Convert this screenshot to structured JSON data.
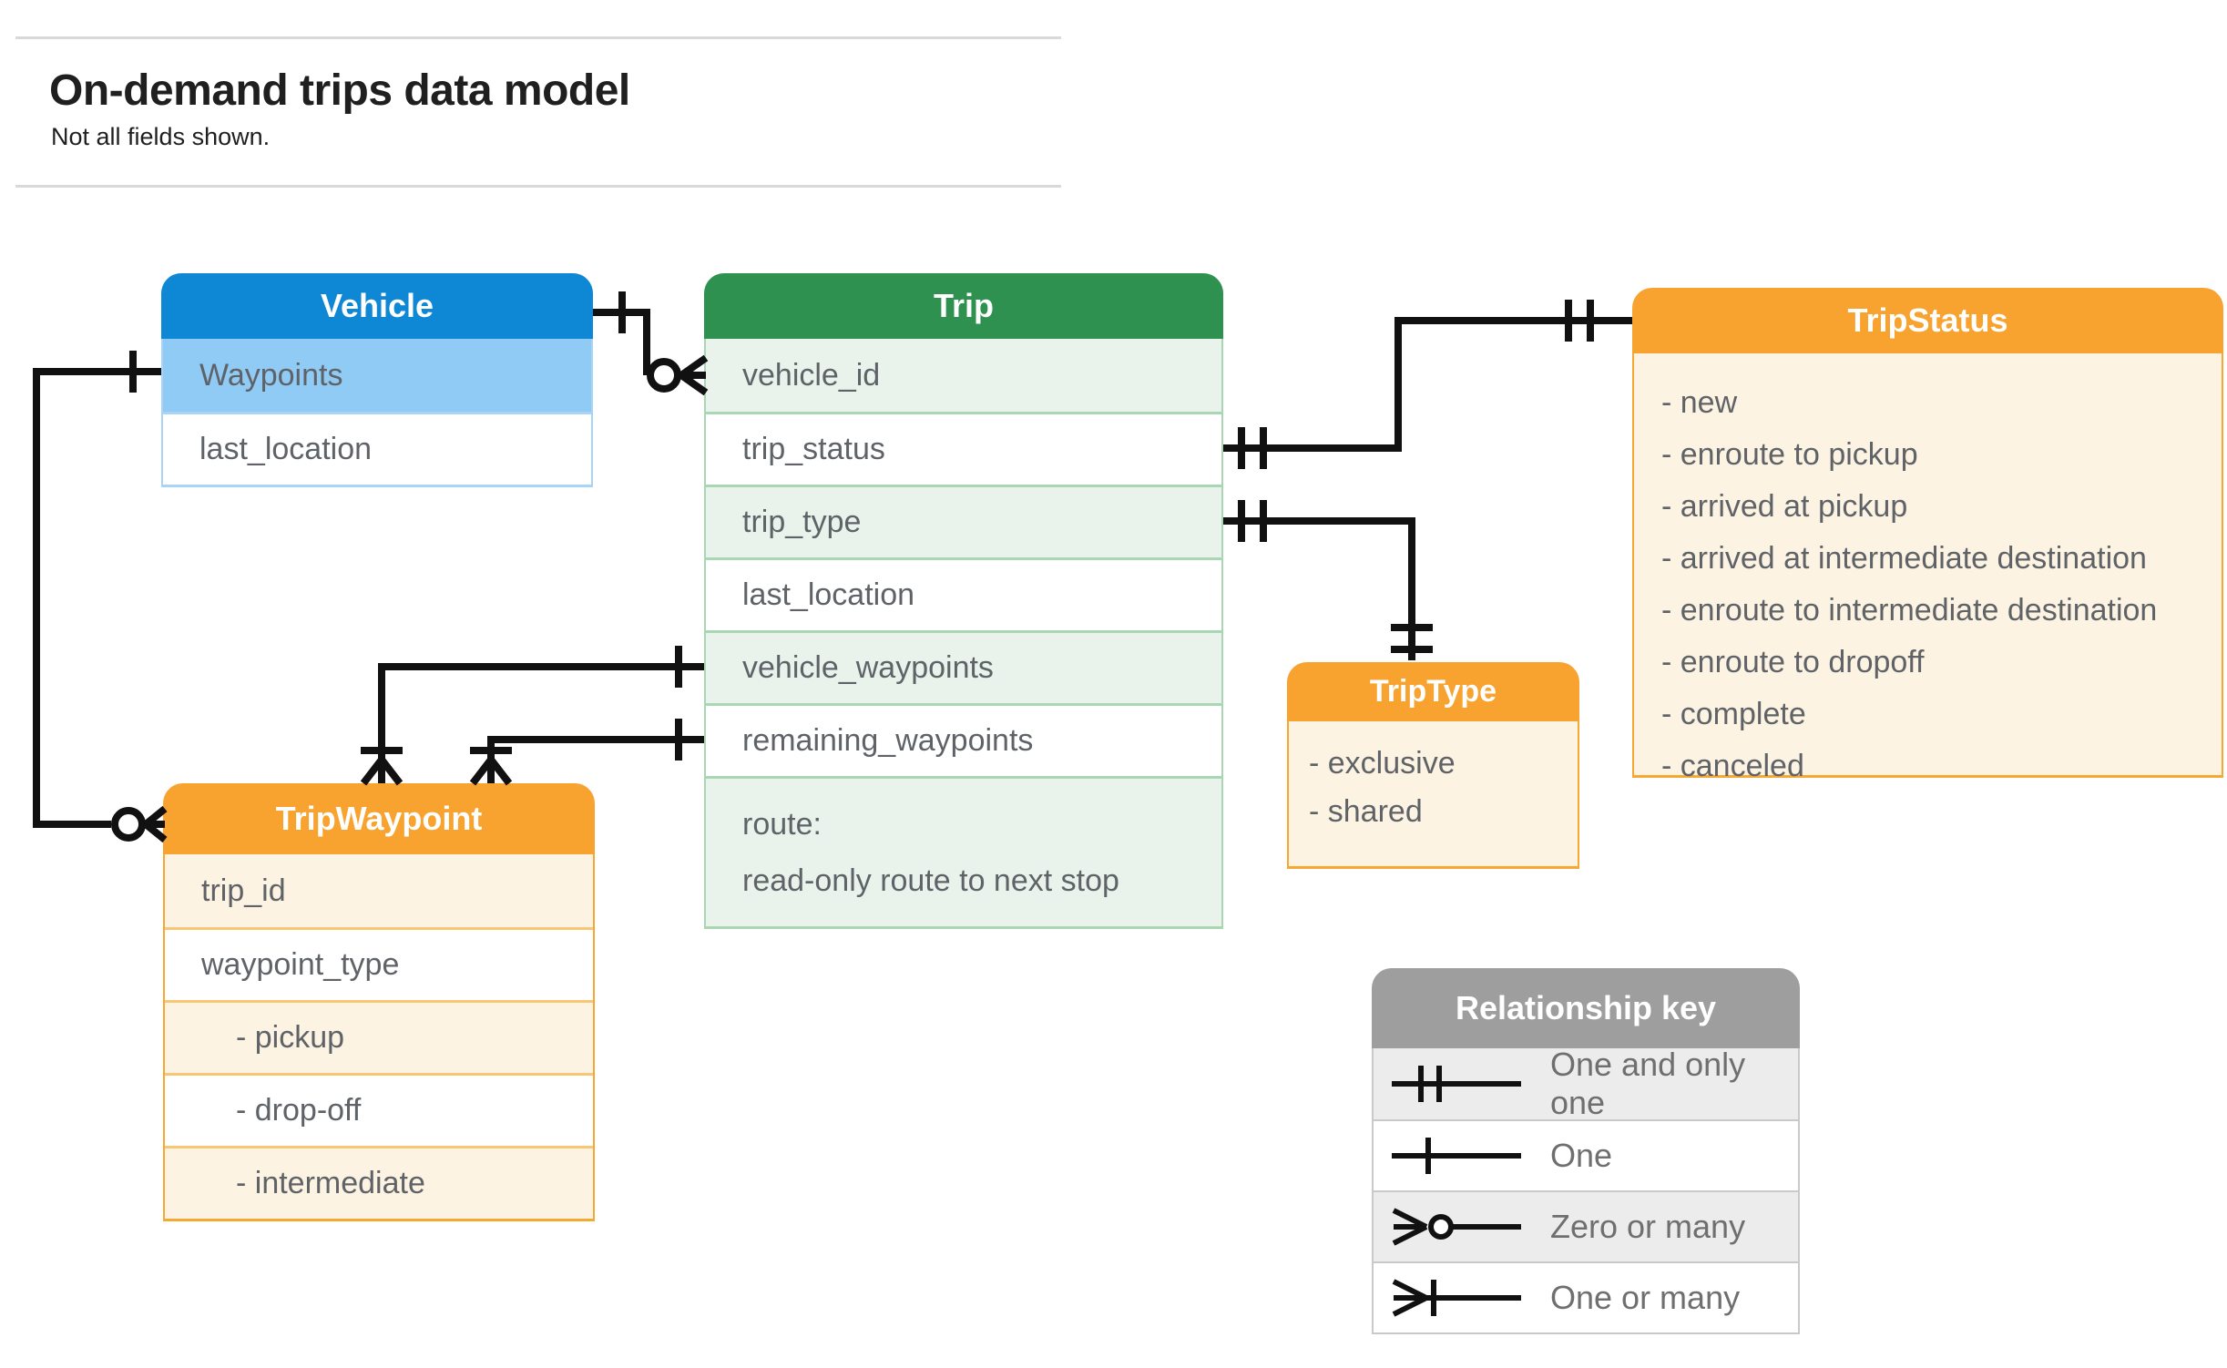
{
  "page": {
    "title": "On-demand trips data model",
    "subtitle": "Not all fields shown."
  },
  "entities": {
    "vehicle": {
      "title": "Vehicle",
      "fields": [
        {
          "label": "Waypoints",
          "highlighted": true
        },
        {
          "label": "last_location"
        }
      ]
    },
    "trip": {
      "title": "Trip",
      "fields": [
        {
          "label": "vehicle_id"
        },
        {
          "label": "trip_status"
        },
        {
          "label": "trip_type"
        },
        {
          "label": "last_location"
        },
        {
          "label": "vehicle_waypoints"
        },
        {
          "label": "remaining_waypoints"
        },
        {
          "label": "route:",
          "sublabel": "read-only route to next stop"
        }
      ]
    },
    "trip_status": {
      "title": "TripStatus",
      "values": [
        {
          "label": "- new"
        },
        {
          "label": "- enroute to pickup"
        },
        {
          "label": "- arrived at pickup"
        },
        {
          "label": "- arrived at intermediate destination"
        },
        {
          "label": "- enroute to intermediate destination"
        },
        {
          "label": "- enroute to dropoff"
        },
        {
          "label": "- complete"
        },
        {
          "label": "- canceled"
        }
      ]
    },
    "trip_type": {
      "title": "TripType",
      "values": [
        {
          "label": "- exclusive"
        },
        {
          "label": "- shared"
        }
      ]
    },
    "trip_waypoint": {
      "title": "TripWaypoint",
      "fields": [
        {
          "label": "trip_id"
        },
        {
          "label": "waypoint_type"
        },
        {
          "label": "- pickup",
          "indent": true
        },
        {
          "label": "- drop-off",
          "indent": true
        },
        {
          "label": "- intermediate",
          "indent": true
        }
      ]
    }
  },
  "legend": {
    "title": "Relationship key",
    "rows": [
      {
        "symbol": "one-and-only-one",
        "label": "One and only one"
      },
      {
        "symbol": "one",
        "label": "One"
      },
      {
        "symbol": "zero-or-many",
        "label": "Zero or many"
      },
      {
        "symbol": "one-or-many",
        "label": "One or many"
      }
    ]
  },
  "colors": {
    "vehicle_header": "#0e87d5",
    "vehicle_highlight_row": "#8fcbf5",
    "trip_header": "#2e9150",
    "trip_row_tint": "#e9f3eb",
    "enum_header": "#f8a32f",
    "enum_row_tint": "#fdf3e2",
    "legend_header": "#9e9e9e",
    "legend_row_tint": "#ececec",
    "connector": "#111111",
    "field_text": "#5f6368"
  }
}
